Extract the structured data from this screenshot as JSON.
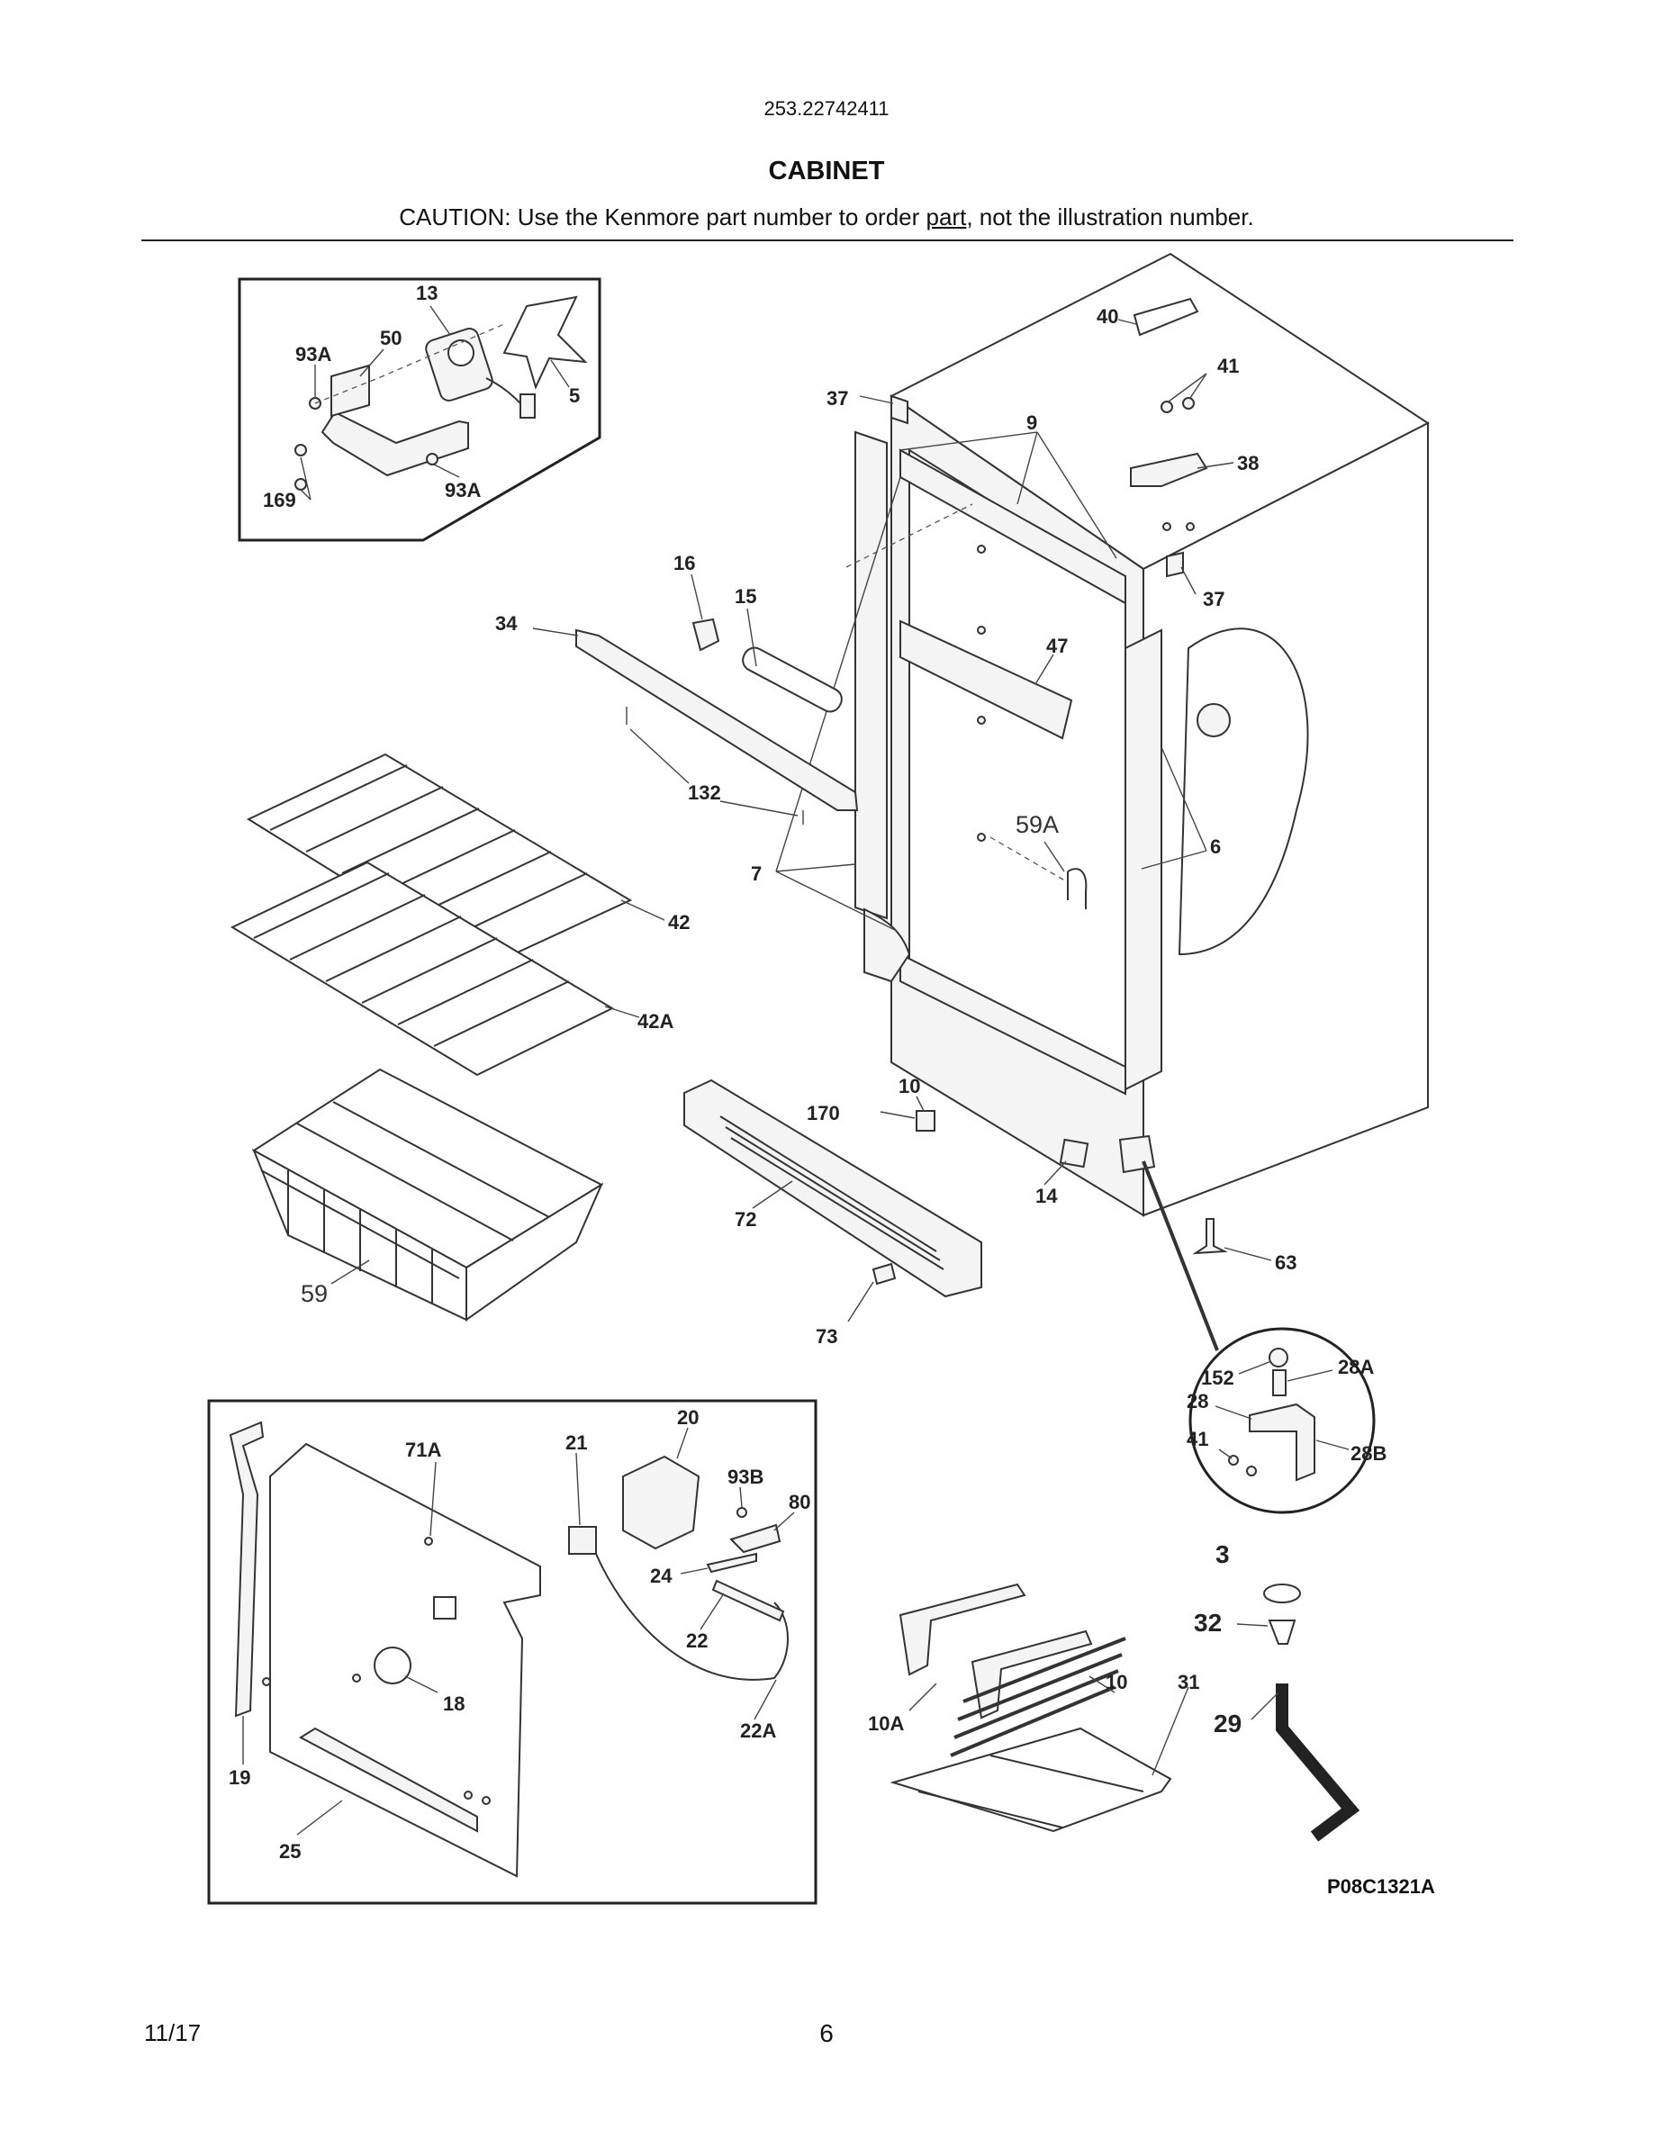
{
  "header": {
    "model_number": "253.22742411",
    "title": "CABINET",
    "caution_before": "CAUTION: Use the Kenmore part number to order ",
    "caution_underlined": "part",
    "caution_after": ", not the illustration number."
  },
  "footer": {
    "date": "11/17",
    "page_number": "6",
    "diagram_code": "P08C1321A"
  },
  "callouts": {
    "c13": "13",
    "c50": "50",
    "c93A_top": "93A",
    "c5": "5",
    "c169": "169",
    "c93A_bottom": "93A",
    "c40": "40",
    "c41_top": "41",
    "c37_top": "37",
    "c9": "9",
    "c38": "38",
    "c37_right": "37",
    "c16": "16",
    "c15": "15",
    "c34": "34",
    "c47": "47",
    "c132": "132",
    "c59A": "59A",
    "c6": "6",
    "c7": "7",
    "c42": "42",
    "c42A": "42A",
    "c10_mid": "10",
    "c170": "170",
    "c14": "14",
    "c72": "72",
    "c63": "63",
    "c59": "59",
    "c73": "73",
    "c152": "152",
    "c28A": "28A",
    "c28": "28",
    "c41_hinge": "41",
    "c28B": "28B",
    "c20": "20",
    "c71A": "71A",
    "c21": "21",
    "c93B": "93B",
    "c80": "80",
    "c24": "24",
    "c22": "22",
    "c18": "18",
    "c22A": "22A",
    "c19": "19",
    "c25": "25",
    "c3": "3",
    "c32": "32",
    "c29": "29",
    "c10_heater": "10",
    "c31": "31",
    "c10A": "10A"
  }
}
